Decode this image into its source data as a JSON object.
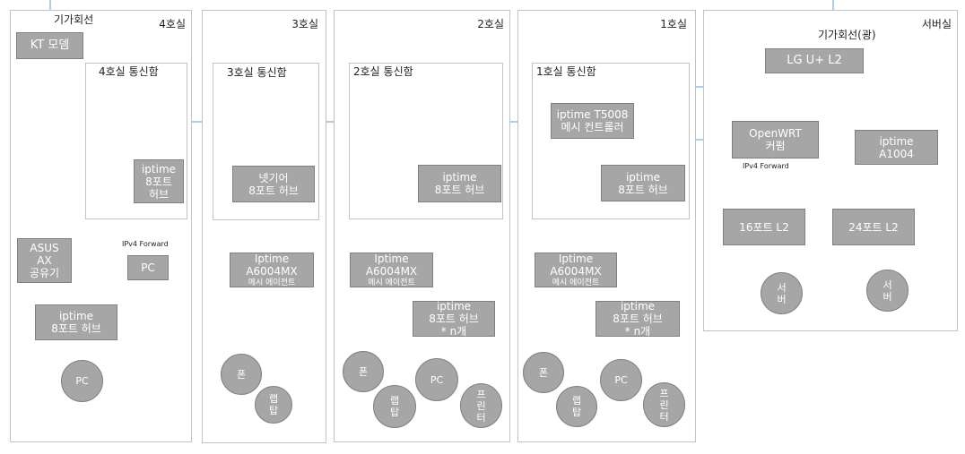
{
  "lines": {
    "wan_left": "기가회선",
    "wan_right": "기가회선(광)"
  },
  "rooms": {
    "r4": {
      "title": "4호실",
      "cabinet": "4호실 통신함"
    },
    "r3": {
      "title": "3호실",
      "cabinet": "3호실 통신함"
    },
    "r2": {
      "title": "2호실",
      "cabinet": "2호실 통신함"
    },
    "r1": {
      "title": "1호실",
      "cabinet": "1호실 통신함"
    },
    "server": {
      "title": "서버실"
    }
  },
  "nodes": {
    "kt_modem": {
      "line1": "KT 모뎀"
    },
    "r4_hub_cab": {
      "line1": "iptime",
      "line2": "8포트",
      "line3": "허브"
    },
    "asus": {
      "line1": "ASUS",
      "line2": "AX",
      "line3": "공유기"
    },
    "r4_pc_box": {
      "line1": "PC"
    },
    "r4_hub": {
      "line1": "iptime",
      "line2": "8포트 허브"
    },
    "r3_netgear": {
      "line1": "넷기어",
      "line2": "8포트 허브"
    },
    "r3_agent": {
      "line1": "Iptime",
      "line2": "A6004MX",
      "sub": "메시 에이전트"
    },
    "r2_hub_cab": {
      "line1": "iptime",
      "line2": "8포트 허브"
    },
    "r2_agent": {
      "line1": "Iptime",
      "line2": "A6004MX",
      "sub": "메시 에이전트"
    },
    "r2_hub": {
      "line1": "iptime",
      "line2": "8포트 허브",
      "line3": "* n개"
    },
    "t5008": {
      "line1": "iptime T5008",
      "line2": "메시 컨트롤러"
    },
    "r1_hub_cab": {
      "line1": "iptime",
      "line2": "8포트 허브"
    },
    "r1_agent": {
      "line1": "Iptime",
      "line2": "A6004MX",
      "sub": "메시 에이전트"
    },
    "r1_hub": {
      "line1": "iptime",
      "line2": "8포트 허브",
      "line3": "* n개"
    },
    "lgu": {
      "line1": "LG U+ L2"
    },
    "openwrt": {
      "line1": "OpenWRT",
      "line2": "커펌"
    },
    "a1004": {
      "line1": "iptime",
      "line2": "A1004"
    },
    "l2_16": {
      "line1": "16포트  L2"
    },
    "l2_24": {
      "line1": "24포트  L2"
    }
  },
  "annotations": {
    "ipv4_left": "IPv4  Forward",
    "ipv4_right": "IPv4  Forward"
  },
  "endpoints": {
    "r4_pc": "PC",
    "r3_phone": "폰",
    "r3_laptop": "랩\n탑",
    "r2_phone": "폰",
    "r2_laptop": "랩\n탑",
    "r2_pc": "PC",
    "r2_printer": "프\n린\n터",
    "r1_phone": "폰",
    "r1_laptop": "랩\n탑",
    "r1_pc": "PC",
    "r1_printer": "프\n린\n터",
    "server1": "서\n버",
    "server2": "서\n버"
  }
}
